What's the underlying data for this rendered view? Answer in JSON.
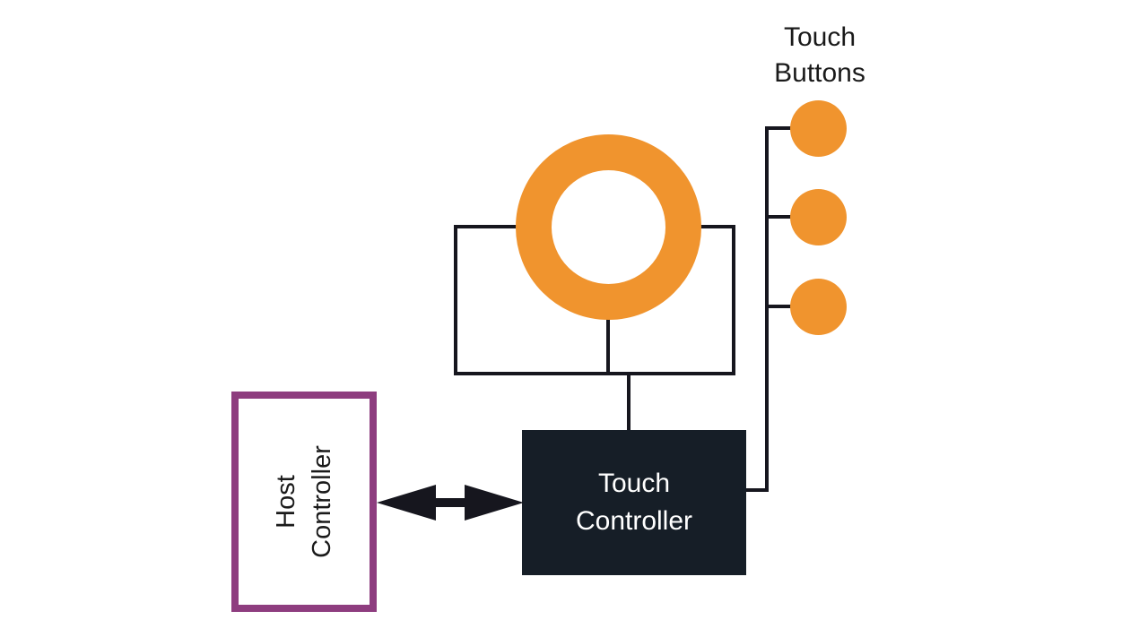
{
  "labels": {
    "touch_buttons": "Touch\nButtons",
    "touch_controller": "Touch\nController",
    "host_controller": "Host\nController"
  },
  "shapes": {
    "touch_wheel": "orange-donut-ring",
    "touch_button_circles": 3,
    "touch_panel": "rectangle-outline",
    "host_touch_link": "double-headed-arrow"
  },
  "colors": {
    "background": "#FFFFFF",
    "accent_orange": "#F0942E",
    "dark_box": "#161E27",
    "connector_line": "#16161E",
    "purple_border": "#8E3D7F",
    "text_dark": "#1A1A1A",
    "text_light": "#FFFFFF"
  }
}
